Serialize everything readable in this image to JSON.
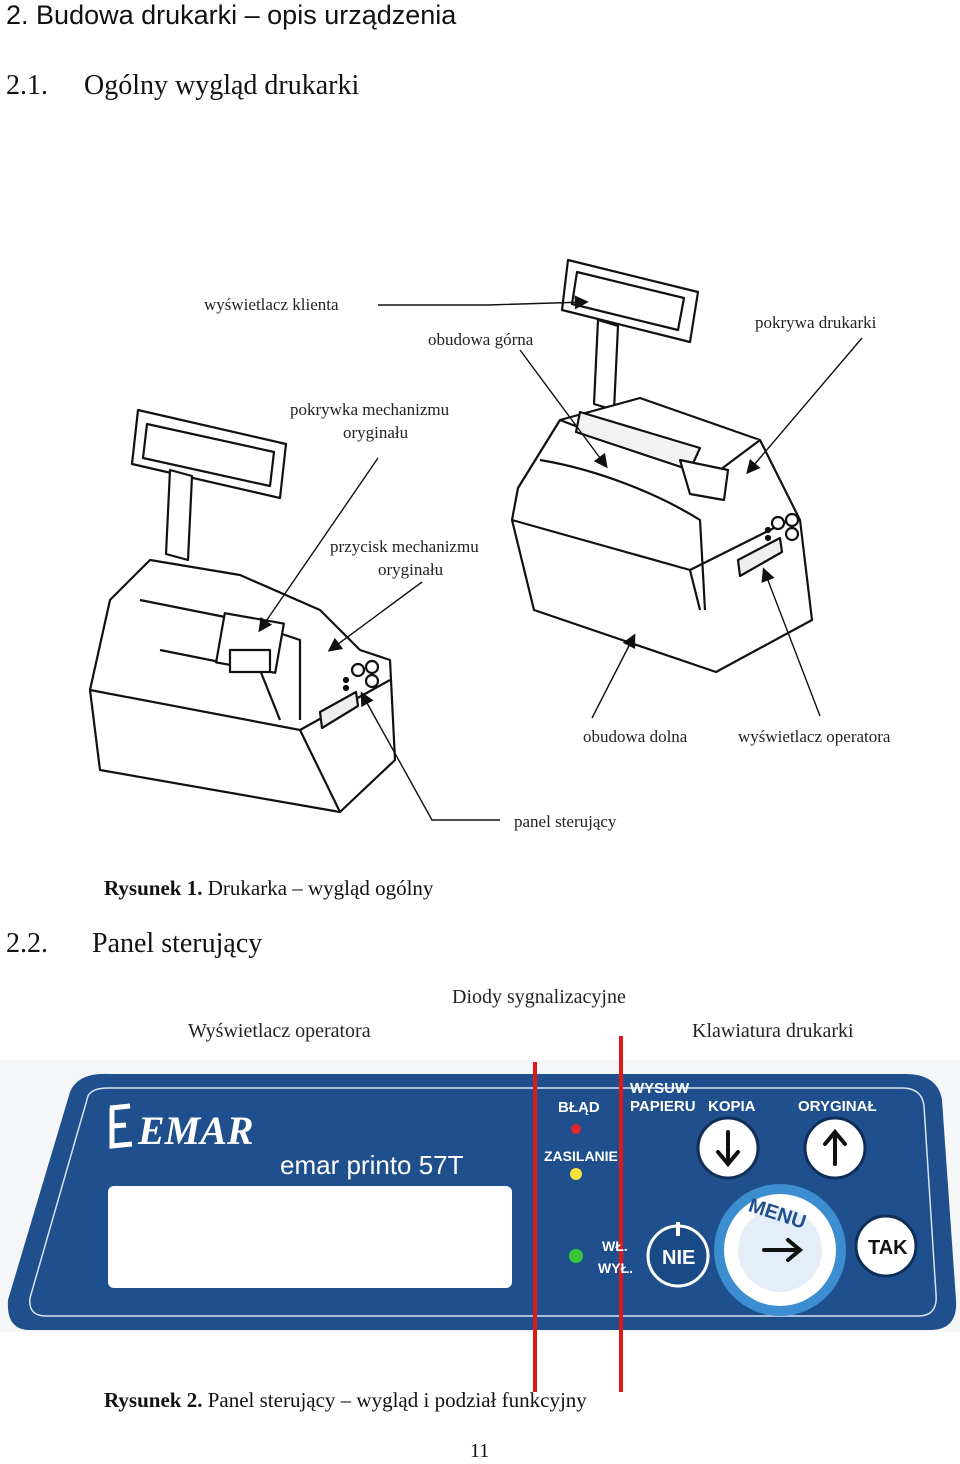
{
  "section": {
    "number": "2.",
    "title": "Budowa drukarki – opis urządzenia"
  },
  "subsection1": {
    "number": "2.1.",
    "title": "Ogólny wygląd drukarki"
  },
  "figure1": {
    "labels": {
      "customer_display": "wyświetlacz  klienta",
      "upper_housing": "obudowa górna",
      "printer_cover": "pokrywa drukarki",
      "copy_cover_line1": "pokrywka mechanizmu",
      "copy_cover_line2": "oryginału",
      "copy_button_line1": "przycisk mechanizmu",
      "copy_button_line2": "oryginału",
      "lower_housing": "obudowa dolna",
      "operator_display": "wyświetlacz operatora",
      "control_panel": "panel sterujący"
    },
    "caption_bold": "Rysunek 1.",
    "caption_text": " Drukarka – wygląd ogólny"
  },
  "subsection2": {
    "number": "2.2.",
    "title": "Panel sterujący"
  },
  "figure2": {
    "labels": {
      "leds": "Diody sygnalizacyjne",
      "operator_display": "Wyświetlacz operatora",
      "keyboard": "Klawiatura drukarki"
    },
    "panel": {
      "brand": "EMAR",
      "model": "emar printo 57T",
      "led_error": "BŁĄD",
      "led_power": "ZASILANIE",
      "feed_label_1": "WYSUW",
      "feed_label_2": "PAPIERU",
      "key_copy": "KOPIA",
      "key_original": "ORYGINAŁ",
      "key_onoff_1": "WŁ.",
      "key_onoff_2": "WYŁ.",
      "key_no": "NIE",
      "key_menu": "MENU",
      "key_yes": "TAK"
    },
    "caption_bold": "Rysunek 2.",
    "caption_text": " Panel sterujący – wygląd i podział funkcyjny"
  },
  "page_number": "11",
  "colors": {
    "panel_blue": "#1f4f8c",
    "divider_red": "#e01818",
    "display_white": "#ffffff",
    "key_blue": "#3c8ed0"
  }
}
